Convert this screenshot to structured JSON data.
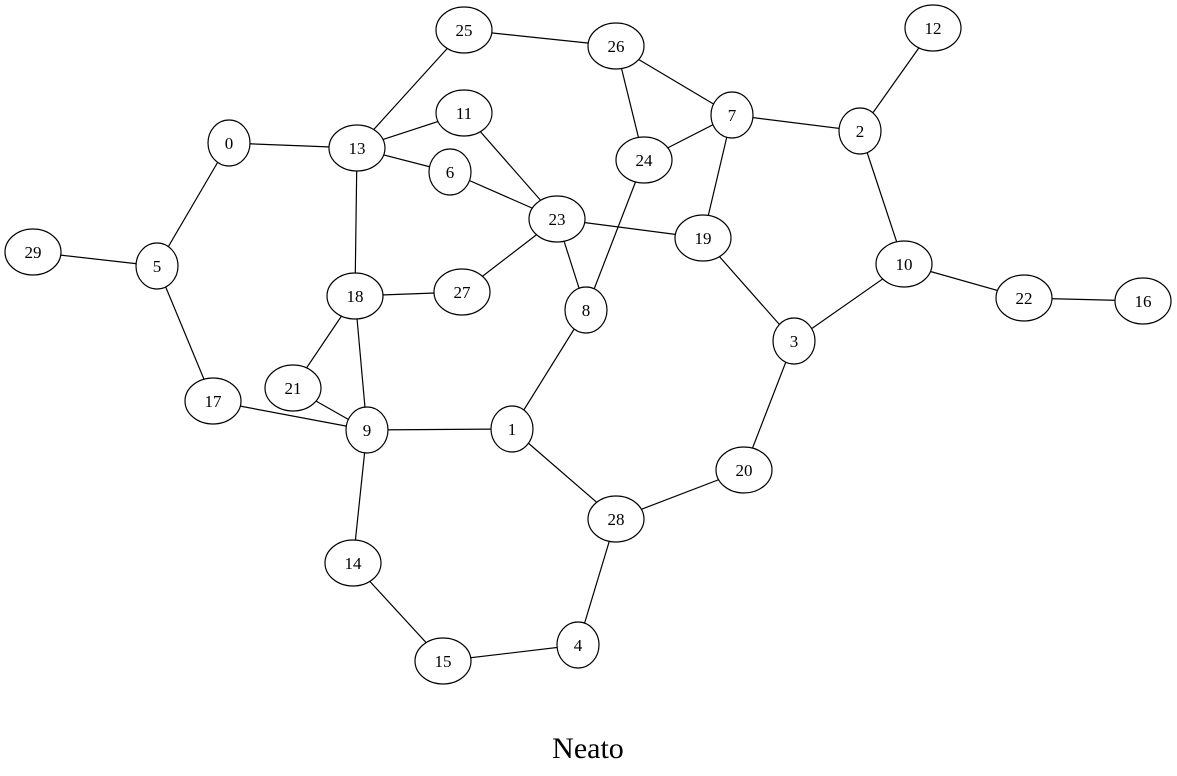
{
  "graph": {
    "title": "Neato",
    "stroke_color": "#000000",
    "fill_color": "#ffffff",
    "nodes": [
      "0",
      "1",
      "2",
      "3",
      "4",
      "5",
      "6",
      "7",
      "8",
      "9",
      "10",
      "11",
      "12",
      "13",
      "14",
      "15",
      "16",
      "17",
      "18",
      "19",
      "20",
      "21",
      "22",
      "23",
      "24",
      "25",
      "26",
      "27",
      "28",
      "29"
    ],
    "edges": [
      [
        "25",
        "26"
      ],
      [
        "25",
        "13"
      ],
      [
        "26",
        "7"
      ],
      [
        "26",
        "24"
      ],
      [
        "24",
        "7"
      ],
      [
        "24",
        "8"
      ],
      [
        "7",
        "2"
      ],
      [
        "7",
        "19"
      ],
      [
        "2",
        "12"
      ],
      [
        "2",
        "10"
      ],
      [
        "10",
        "22"
      ],
      [
        "22",
        "16"
      ],
      [
        "10",
        "3"
      ],
      [
        "19",
        "3"
      ],
      [
        "23",
        "19"
      ],
      [
        "3",
        "20"
      ],
      [
        "20",
        "28"
      ],
      [
        "28",
        "4"
      ],
      [
        "4",
        "15"
      ],
      [
        "15",
        "14"
      ],
      [
        "14",
        "9"
      ],
      [
        "9",
        "1"
      ],
      [
        "1",
        "8"
      ],
      [
        "1",
        "28"
      ],
      [
        "8",
        "23"
      ],
      [
        "23",
        "6"
      ],
      [
        "23",
        "11"
      ],
      [
        "23",
        "27"
      ],
      [
        "27",
        "18"
      ],
      [
        "18",
        "13"
      ],
      [
        "18",
        "21"
      ],
      [
        "18",
        "9"
      ],
      [
        "21",
        "9"
      ],
      [
        "17",
        "9"
      ],
      [
        "17",
        "5"
      ],
      [
        "5",
        "29"
      ],
      [
        "5",
        "0"
      ],
      [
        "0",
        "13"
      ],
      [
        "13",
        "11"
      ],
      [
        "13",
        "6"
      ]
    ]
  }
}
